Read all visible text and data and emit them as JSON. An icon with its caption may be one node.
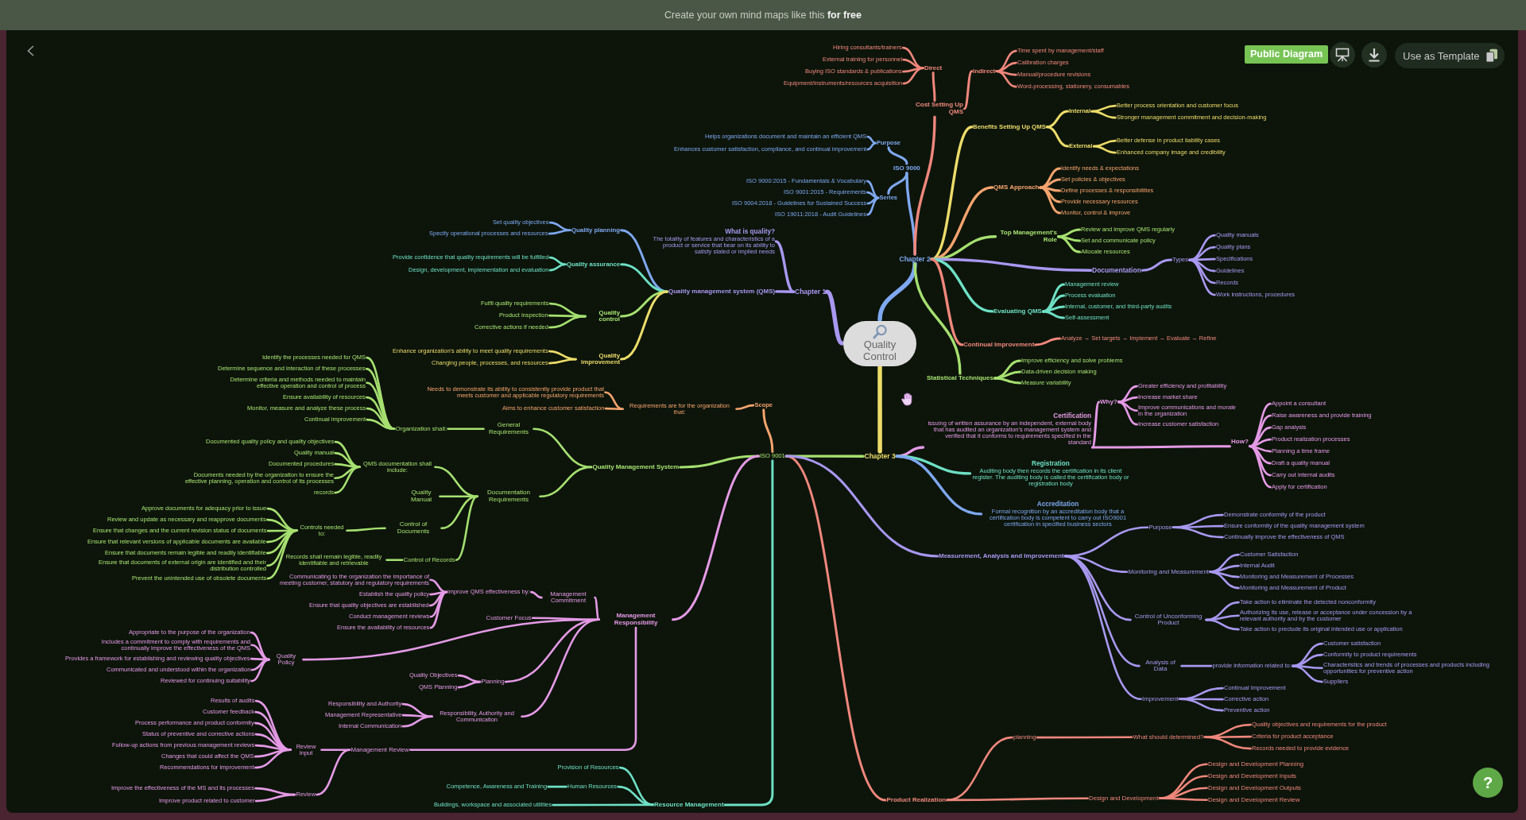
{
  "diagram": {
    "nodes": [
      {
        "text": [
          "Quality Control"
        ]
      },
      {
        "text": [
          "Chapter 1"
        ]
      },
      {
        "text": [
          "What is quality?",
          "The totality of features and characteristics of a product or service that bear on its ability to satisfy stated or implied needs"
        ]
      },
      {
        "text": [
          "Quality management system (QMS)"
        ]
      },
      {
        "text": [
          "Quality planning"
        ]
      },
      {
        "text": [
          "Set quality objectives"
        ]
      },
      {
        "text": [
          "Specify operational processes and resources"
        ]
      },
      {
        "text": [
          "Quality assurance"
        ]
      },
      {
        "text": [
          "Provide confidence that quality requirements will be fulfilled"
        ]
      },
      {
        "text": [
          "Design, development, implementation and evaluation"
        ]
      },
      {
        "text": [
          "Quality control"
        ]
      },
      {
        "text": [
          "Fulfil quality requirements"
        ]
      },
      {
        "text": [
          "Product inspection"
        ]
      },
      {
        "text": [
          "Corrective actions if needed"
        ]
      },
      {
        "text": [
          "Quality improvement"
        ]
      },
      {
        "text": [
          "Enhance organization's ability to meet quality requirements"
        ]
      },
      {
        "text": [
          "Changing people, processes, and resources"
        ]
      },
      {
        "text": [
          "Chapter 2"
        ]
      },
      {
        "text": [
          "ISO 9000"
        ]
      },
      {
        "text": [
          "Purpose"
        ]
      },
      {
        "text": [
          "Helps organizations document and maintain an efficient QMS"
        ]
      },
      {
        "text": [
          "Enhances customer satisfaction, compliance, and continual improvement"
        ]
      },
      {
        "text": [
          "Series"
        ]
      },
      {
        "text": [
          "ISO 9000:2015 - Fundamentals & Vocabulary"
        ]
      },
      {
        "text": [
          "ISO 9001:2015 - Requirements"
        ]
      },
      {
        "text": [
          "ISO 9004:2018 - Guidelines for Sustained Success"
        ]
      },
      {
        "text": [
          "ISO 19011:2018 - Audit Guidelines"
        ]
      },
      {
        "text": [
          "Cost Setting Up QMS"
        ]
      },
      {
        "text": [
          "Direct"
        ]
      },
      {
        "text": [
          "Hiring consultants/trainers"
        ]
      },
      {
        "text": [
          "External training for personnel"
        ]
      },
      {
        "text": [
          "Buying ISO standards & publications"
        ]
      },
      {
        "text": [
          "Equipment/instruments/resources acquisition"
        ]
      },
      {
        "text": [
          "Indirect"
        ]
      },
      {
        "text": [
          "Time spent by management/staff"
        ]
      },
      {
        "text": [
          "Calibration charges"
        ]
      },
      {
        "text": [
          "Manual/procedure revisions"
        ]
      },
      {
        "text": [
          "Word-processing, stationery, consumables"
        ]
      },
      {
        "text": [
          "Benefits Setting Up QMS"
        ]
      },
      {
        "text": [
          "Internal"
        ]
      },
      {
        "text": [
          "Better process orientation and customer focus"
        ]
      },
      {
        "text": [
          "Stronger management commitment and decision-making"
        ]
      },
      {
        "text": [
          "External"
        ]
      },
      {
        "text": [
          "Better defense in product liability cases"
        ]
      },
      {
        "text": [
          "Enhanced company image and credibility"
        ]
      },
      {
        "text": [
          "QMS Approach"
        ]
      },
      {
        "text": [
          "Identify needs & expectations"
        ]
      },
      {
        "text": [
          "Set policies & objectives"
        ]
      },
      {
        "text": [
          "Define processes & responsibilities"
        ]
      },
      {
        "text": [
          "Provide necessary resources"
        ]
      },
      {
        "text": [
          "Monitor, control & improve"
        ]
      },
      {
        "text": [
          "Top Management's Role"
        ]
      },
      {
        "text": [
          "Review and improve QMS regularly"
        ]
      },
      {
        "text": [
          "Set and communicate policy"
        ]
      },
      {
        "text": [
          "Allocate resources"
        ]
      },
      {
        "text": [
          "Documentation"
        ]
      },
      {
        "text": [
          "Types"
        ]
      },
      {
        "text": [
          "Quality manuals"
        ]
      },
      {
        "text": [
          "Quality plans"
        ]
      },
      {
        "text": [
          "Specifications"
        ]
      },
      {
        "text": [
          "Guidelines"
        ]
      },
      {
        "text": [
          "Records"
        ]
      },
      {
        "text": [
          "Work instructions, procedures"
        ]
      },
      {
        "text": [
          "Evaluating QMS"
        ]
      },
      {
        "text": [
          "Management review"
        ]
      },
      {
        "text": [
          "Process evaluation"
        ]
      },
      {
        "text": [
          "Internal, customer, and third-party audits"
        ]
      },
      {
        "text": [
          "Self-assessment"
        ]
      },
      {
        "text": [
          "Continual Improvement"
        ]
      },
      {
        "text": [
          "Analyze → Set targets → Implement → Evaluate → Refine"
        ]
      },
      {
        "text": [
          "Statistical Techniques"
        ]
      },
      {
        "text": [
          "Improve efficiency and solve problems"
        ]
      },
      {
        "text": [
          "Data-driven decision making"
        ]
      },
      {
        "text": [
          "Measure variability"
        ]
      },
      {
        "text": [
          "Chapter 3"
        ]
      },
      {
        "text": [
          "ISO 9001"
        ]
      },
      {
        "text": [
          "Scope"
        ]
      },
      {
        "text": [
          "Requirements are for the organization that:"
        ]
      },
      {
        "text": [
          "Needs to demonstrate its ability to consistently provide product that meets customer and applicable regulatory requirements"
        ]
      },
      {
        "text": [
          "Aims to enhance customer satisfaction"
        ]
      },
      {
        "text": [
          "Quality Management System"
        ]
      },
      {
        "text": [
          "General Requirements"
        ]
      },
      {
        "text": [
          "Organization shall:"
        ]
      },
      {
        "text": [
          "Identify the processes needed for QMS"
        ]
      },
      {
        "text": [
          "Determine sequence and interaction of these processes"
        ]
      },
      {
        "text": [
          "Determine criteria and methods needed to maintain effective operation and control of process"
        ]
      },
      {
        "text": [
          "Ensure availability of resources"
        ]
      },
      {
        "text": [
          "Monitor, measure and analyze these process"
        ]
      },
      {
        "text": [
          "Continual improvement"
        ]
      },
      {
        "text": [
          "Documentation Requirements"
        ]
      },
      {
        "text": [
          "QMS documentation shall include:"
        ]
      },
      {
        "text": [
          "Documented quality policy and quality objectives"
        ]
      },
      {
        "text": [
          "Quality manual"
        ]
      },
      {
        "text": [
          "Documented procedures"
        ]
      },
      {
        "text": [
          "Documents needed by the organization to ensure the effective planning, operation and control of its processes"
        ]
      },
      {
        "text": [
          "records"
        ]
      },
      {
        "text": [
          "Quality Manual"
        ]
      },
      {
        "text": [
          "Control of Documents"
        ]
      },
      {
        "text": [
          "Controls needed to:"
        ]
      },
      {
        "text": [
          "Approve documents for adequacy prior to issue"
        ]
      },
      {
        "text": [
          "Review and update as necessary and reapprove documents"
        ]
      },
      {
        "text": [
          "Ensure that changes and the current revision status of documents"
        ]
      },
      {
        "text": [
          "Ensure that relevant versions of applicable documents are available"
        ]
      },
      {
        "text": [
          "Ensure that documents remain legible and readily identifiable"
        ]
      },
      {
        "text": [
          "Ensure that documents of external origin are identified and their distribution controlled"
        ]
      },
      {
        "text": [
          "Prevent the unintended use of obsolete documents"
        ]
      },
      {
        "text": [
          "Control of Records"
        ]
      },
      {
        "text": [
          "Records shall remain legible, readily identifiable and retrievable"
        ]
      },
      {
        "text": [
          "Management Responsibility"
        ]
      },
      {
        "text": [
          "Management Commitment"
        ]
      },
      {
        "text": [
          "improve QMS effectiveness by:"
        ]
      },
      {
        "text": [
          "Communicating to the organization the importance of meeting customer, statutory and regulatory requirements"
        ]
      },
      {
        "text": [
          "Establish the quality policy"
        ]
      },
      {
        "text": [
          "Ensure that quality objectives are established"
        ]
      },
      {
        "text": [
          "Conduct management reviews"
        ]
      },
      {
        "text": [
          "Ensure the availability of resources"
        ]
      },
      {
        "text": [
          "Customer Focus"
        ]
      },
      {
        "text": [
          "Quality Policy"
        ]
      },
      {
        "text": [
          "Appropriate to the purpose of the organization"
        ]
      },
      {
        "text": [
          "Includes a commitment to comply with requirements and continually improve the effectiveness of the QMS"
        ]
      },
      {
        "text": [
          "Provides a framework for establishing and reviewing quality objectives"
        ]
      },
      {
        "text": [
          "Communicated and understood within the organization"
        ]
      },
      {
        "text": [
          "Reviewed for continuing suitability"
        ]
      },
      {
        "text": [
          "Planning"
        ]
      },
      {
        "text": [
          "Quality Objectives"
        ]
      },
      {
        "text": [
          "QMS Planning"
        ]
      },
      {
        "text": [
          "Responsibility, Authority and Communication"
        ]
      },
      {
        "text": [
          "Responsibility and Authority"
        ]
      },
      {
        "text": [
          "Management Representative"
        ]
      },
      {
        "text": [
          "Internal Communication"
        ]
      },
      {
        "text": [
          "Management Review"
        ]
      },
      {
        "text": [
          "Review Input"
        ]
      },
      {
        "text": [
          "Results of audits"
        ]
      },
      {
        "text": [
          "Customer feedback"
        ]
      },
      {
        "text": [
          "Process performance and product conformity"
        ]
      },
      {
        "text": [
          "Status of preventive and corrective actions"
        ]
      },
      {
        "text": [
          "Follow-up actions from previous management reviews"
        ]
      },
      {
        "text": [
          "Changes that could affect the QMS"
        ]
      },
      {
        "text": [
          "Recommendations for improvement"
        ]
      },
      {
        "text": [
          "Review"
        ]
      },
      {
        "text": [
          "Improve the effectiveness of the MS and its processes"
        ]
      },
      {
        "text": [
          "Improve product related to customer"
        ]
      },
      {
        "text": [
          "Resource Management"
        ]
      },
      {
        "text": [
          "Provision of Resources"
        ]
      },
      {
        "text": [
          "Human Resources"
        ]
      },
      {
        "text": [
          "Competence, Awareness and Training"
        ]
      },
      {
        "text": [
          "Buildings, workspace and associated utilities"
        ]
      },
      {
        "text": [
          "Product Realization"
        ]
      },
      {
        "text": [
          "planning"
        ]
      },
      {
        "text": [
          "What should determined?"
        ]
      },
      {
        "text": [
          "Quality objectives and requirements for the product"
        ]
      },
      {
        "text": [
          "Criteria for product acceptance"
        ]
      },
      {
        "text": [
          "Records needed to provide evidence"
        ]
      },
      {
        "text": [
          "Design and Development"
        ]
      },
      {
        "text": [
          "Design and Development Planning"
        ]
      },
      {
        "text": [
          "Design and Development Inputs"
        ]
      },
      {
        "text": [
          "Design and Development Outputs"
        ]
      },
      {
        "text": [
          "Design and Development Review"
        ]
      },
      {
        "text": [
          "Measurement, Analysis and Improvement"
        ]
      },
      {
        "text": [
          "Purpose"
        ]
      },
      {
        "text": [
          "Demonstrate conformity of the product"
        ]
      },
      {
        "text": [
          "Ensure conformity of the quality management system"
        ]
      },
      {
        "text": [
          "Continually improve the effectiveness of QMS"
        ]
      },
      {
        "text": [
          "Monitoring and Measurement"
        ]
      },
      {
        "text": [
          "Customer Satisfaction"
        ]
      },
      {
        "text": [
          "Internal Audit"
        ]
      },
      {
        "text": [
          "Monitoring and Measurement of Processes"
        ]
      },
      {
        "text": [
          "Monitoring and Measurement of Product"
        ]
      },
      {
        "text": [
          "Control of Unconforming Product"
        ]
      },
      {
        "text": [
          "Take action to eliminate the detected nonconformity"
        ]
      },
      {
        "text": [
          "Authorizing its use, release or acceptance under concession by a relevant authority and by the customer"
        ]
      },
      {
        "text": [
          "Take action to preclude its original intended use or application"
        ]
      },
      {
        "text": [
          "Analysis of Data"
        ]
      },
      {
        "text": [
          "provide information related to:"
        ]
      },
      {
        "text": [
          "Customer satisfaction"
        ]
      },
      {
        "text": [
          "Conformity to product requirements"
        ]
      },
      {
        "text": [
          "Characteristics and trends of processes and products including opportunities for preventive action"
        ]
      },
      {
        "text": [
          "Suppliers"
        ]
      },
      {
        "text": [
          "Improvement"
        ]
      },
      {
        "text": [
          "Continual Improvement"
        ]
      },
      {
        "text": [
          "Corrective action"
        ]
      },
      {
        "text": [
          "Preventive action"
        ]
      },
      {
        "text": [
          "Certification",
          "issuing of written assurance by an independent, external body that has audited an organization's management system and verified that it conforms to requirements specified in the standard"
        ]
      },
      {
        "text": [
          "Why?"
        ]
      },
      {
        "text": [
          "Greater efficiency and profitability"
        ]
      },
      {
        "text": [
          "Increase market share"
        ]
      },
      {
        "text": [
          "Improve communications and morale in the organization"
        ]
      },
      {
        "text": [
          "Increase customer satisfaction"
        ]
      },
      {
        "text": [
          "How?"
        ]
      },
      {
        "text": [
          "Appoint a consultant"
        ]
      },
      {
        "text": [
          "Raise awareness and provide training"
        ]
      },
      {
        "text": [
          "Gap analysis"
        ]
      },
      {
        "text": [
          "Product realization processes"
        ]
      },
      {
        "text": [
          "Planning a time frame"
        ]
      },
      {
        "text": [
          "Draft a quality manual"
        ]
      },
      {
        "text": [
          "Carry out internal audits"
        ]
      },
      {
        "text": [
          "Apply for certification"
        ]
      },
      {
        "text": [
          "Registration",
          "Auditing body then records the certification in its client register. The auditing body is called the certification body or registration body"
        ]
      },
      {
        "text": [
          "Accreditation",
          "Formal recognition by an accreditation body that a certification body is competent to carry out ISO9001 certification in specified business sectors"
        ]
      }
    ],
    "edges": [
      {
        "from": 0,
        "to": 1,
        "arrow": "none",
        "style": "thick",
        "color": "#a898f0"
      },
      {
        "from": 1,
        "to": 2,
        "arrow": "none",
        "color": "#a898f0"
      },
      {
        "from": 1,
        "to": 3,
        "arrow": "none",
        "color": "#a898f0"
      },
      {
        "from": 3,
        "to": 4,
        "arrow": "none",
        "color": "#7fa8f0"
      },
      {
        "from": 4,
        "to": 5,
        "arrow": "none",
        "color": "#7fa8f0"
      },
      {
        "from": 4,
        "to": 6,
        "arrow": "none",
        "color": "#7fa8f0"
      },
      {
        "from": 3,
        "to": 7,
        "arrow": "none",
        "color": "#6ee0c4"
      },
      {
        "from": 7,
        "to": 8,
        "arrow": "none",
        "color": "#6ee0c4"
      },
      {
        "from": 7,
        "to": 9,
        "arrow": "none",
        "color": "#6ee0c4"
      },
      {
        "from": 3,
        "to": 10,
        "arrow": "none",
        "color": "#a6e070"
      },
      {
        "from": 10,
        "to": 11,
        "arrow": "none",
        "color": "#a6e070"
      },
      {
        "from": 10,
        "to": 12,
        "arrow": "none",
        "color": "#a6e070"
      },
      {
        "from": 10,
        "to": 13,
        "arrow": "none",
        "color": "#a6e070"
      },
      {
        "from": 3,
        "to": 14,
        "arrow": "none",
        "color": "#ecdc6a"
      },
      {
        "from": 14,
        "to": 15,
        "arrow": "none",
        "color": "#ecdc6a"
      },
      {
        "from": 14,
        "to": 16,
        "arrow": "none",
        "color": "#ecdc6a"
      },
      {
        "from": 0,
        "to": 17,
        "arrow": "none",
        "style": "thick",
        "color": "#7fa8f0"
      },
      {
        "from": 17,
        "to": 18,
        "arrow": "none",
        "color": "#7fa8f0"
      },
      {
        "from": 18,
        "to": 19,
        "arrow": "none",
        "color": "#7fa8f0"
      },
      {
        "from": 19,
        "to": 20,
        "arrow": "none",
        "color": "#7fa8f0"
      },
      {
        "from": 19,
        "to": 21,
        "arrow": "none",
        "color": "#7fa8f0"
      },
      {
        "from": 18,
        "to": 22,
        "arrow": "none",
        "color": "#7fa8f0"
      },
      {
        "from": 22,
        "to": 23,
        "arrow": "none",
        "color": "#7fa8f0"
      },
      {
        "from": 22,
        "to": 24,
        "arrow": "none",
        "color": "#7fa8f0"
      },
      {
        "from": 22,
        "to": 25,
        "arrow": "none",
        "color": "#7fa8f0"
      },
      {
        "from": 22,
        "to": 26,
        "arrow": "none",
        "color": "#7fa8f0"
      },
      {
        "from": 17,
        "to": 27,
        "arrow": "none",
        "color": "#f0877c"
      },
      {
        "from": 27,
        "to": 28,
        "arrow": "none",
        "color": "#f0877c"
      },
      {
        "from": 28,
        "to": 29,
        "arrow": "none",
        "color": "#f0877c"
      },
      {
        "from": 28,
        "to": 30,
        "arrow": "none",
        "color": "#f0877c"
      },
      {
        "from": 28,
        "to": 31,
        "arrow": "none",
        "color": "#f0877c"
      },
      {
        "from": 28,
        "to": 32,
        "arrow": "none",
        "color": "#f0877c"
      },
      {
        "from": 27,
        "to": 33,
        "arrow": "none",
        "color": "#f0877c"
      },
      {
        "from": 33,
        "to": 34,
        "arrow": "none",
        "color": "#f0877c"
      },
      {
        "from": 33,
        "to": 35,
        "arrow": "none",
        "color": "#f0877c"
      },
      {
        "from": 33,
        "to": 36,
        "arrow": "none",
        "color": "#f0877c"
      },
      {
        "from": 33,
        "to": 37,
        "arrow": "none",
        "color": "#f0877c"
      },
      {
        "from": 17,
        "to": 38,
        "arrow": "none",
        "color": "#ecdc6a"
      },
      {
        "from": 38,
        "to": 39,
        "arrow": "none",
        "color": "#ecdc6a"
      },
      {
        "from": 39,
        "to": 40,
        "arrow": "none",
        "color": "#ecdc6a"
      },
      {
        "from": 39,
        "to": 41,
        "arrow": "none",
        "color": "#ecdc6a"
      },
      {
        "from": 38,
        "to": 42,
        "arrow": "none",
        "color": "#ecdc6a"
      },
      {
        "from": 42,
        "to": 43,
        "arrow": "none",
        "color": "#ecdc6a"
      },
      {
        "from": 42,
        "to": 44,
        "arrow": "none",
        "color": "#ecdc6a"
      },
      {
        "from": 17,
        "to": 45,
        "arrow": "none",
        "color": "#f5a46e"
      },
      {
        "from": 45,
        "to": 46,
        "arrow": "none",
        "color": "#f5a46e"
      },
      {
        "from": 45,
        "to": 47,
        "arrow": "none",
        "color": "#f5a46e"
      },
      {
        "from": 45,
        "to": 48,
        "arrow": "none",
        "color": "#f5a46e"
      },
      {
        "from": 45,
        "to": 49,
        "arrow": "none",
        "color": "#f5a46e"
      },
      {
        "from": 45,
        "to": 50,
        "arrow": "none",
        "color": "#f5a46e"
      },
      {
        "from": 17,
        "to": 51,
        "arrow": "none",
        "color": "#a6e070"
      },
      {
        "from": 51,
        "to": 52,
        "arrow": "none",
        "color": "#a6e070"
      },
      {
        "from": 51,
        "to": 53,
        "arrow": "none",
        "color": "#a6e070"
      },
      {
        "from": 51,
        "to": 54,
        "arrow": "none",
        "color": "#a6e070"
      },
      {
        "from": 17,
        "to": 55,
        "arrow": "none",
        "color": "#a898f0"
      },
      {
        "from": 55,
        "to": 56,
        "arrow": "none",
        "color": "#a898f0"
      },
      {
        "from": 56,
        "to": 57,
        "arrow": "none",
        "color": "#a898f0"
      },
      {
        "from": 56,
        "to": 58,
        "arrow": "none",
        "color": "#a898f0"
      },
      {
        "from": 56,
        "to": 59,
        "arrow": "none",
        "color": "#a898f0"
      },
      {
        "from": 56,
        "to": 60,
        "arrow": "none",
        "color": "#a898f0"
      },
      {
        "from": 56,
        "to": 61,
        "arrow": "none",
        "color": "#a898f0"
      },
      {
        "from": 56,
        "to": 62,
        "arrow": "none",
        "color": "#a898f0"
      },
      {
        "from": 17,
        "to": 63,
        "arrow": "none",
        "color": "#6ee0c4"
      },
      {
        "from": 63,
        "to": 64,
        "arrow": "none",
        "color": "#6ee0c4"
      },
      {
        "from": 63,
        "to": 65,
        "arrow": "none",
        "color": "#6ee0c4"
      },
      {
        "from": 63,
        "to": 66,
        "arrow": "none",
        "color": "#6ee0c4"
      },
      {
        "from": 63,
        "to": 67,
        "arrow": "none",
        "color": "#6ee0c4"
      },
      {
        "from": 17,
        "to": 68,
        "arrow": "none",
        "color": "#f0877c"
      },
      {
        "from": 68,
        "to": 69,
        "arrow": "none",
        "color": "#f0877c"
      },
      {
        "from": 17,
        "to": 70,
        "arrow": "none",
        "color": "#a6e070"
      },
      {
        "from": 70,
        "to": 71,
        "arrow": "none",
        "color": "#a6e070"
      },
      {
        "from": 70,
        "to": 72,
        "arrow": "none",
        "color": "#a6e070"
      },
      {
        "from": 70,
        "to": 73,
        "arrow": "none",
        "color": "#a6e070"
      },
      {
        "from": 0,
        "to": 74,
        "arrow": "none",
        "style": "thick",
        "color": "#ecdc6a"
      },
      {
        "from": 74,
        "to": 75,
        "arrow": "none",
        "color": "#a6e070"
      },
      {
        "from": 75,
        "to": 76,
        "arrow": "none",
        "color": "#f5a46e"
      },
      {
        "from": 76,
        "to": 77,
        "arrow": "none",
        "color": "#f5a46e"
      },
      {
        "from": 77,
        "to": 78,
        "arrow": "none",
        "color": "#f5a46e"
      },
      {
        "from": 77,
        "to": 79,
        "arrow": "none",
        "color": "#f5a46e"
      },
      {
        "from": 75,
        "to": 80,
        "arrow": "none",
        "color": "#a6e070"
      },
      {
        "from": 80,
        "to": 81,
        "arrow": "none",
        "color": "#a6e070"
      },
      {
        "from": 81,
        "to": 82,
        "arrow": "none",
        "color": "#a6e070"
      },
      {
        "from": 82,
        "to": 83,
        "arrow": "none",
        "color": "#a6e070"
      },
      {
        "from": 82,
        "to": 84,
        "arrow": "none",
        "color": "#a6e070"
      },
      {
        "from": 82,
        "to": 85,
        "arrow": "none",
        "color": "#a6e070"
      },
      {
        "from": 82,
        "to": 86,
        "arrow": "none",
        "color": "#a6e070"
      },
      {
        "from": 82,
        "to": 87,
        "arrow": "none",
        "color": "#a6e070"
      },
      {
        "from": 82,
        "to": 88,
        "arrow": "none",
        "color": "#a6e070"
      },
      {
        "from": 80,
        "to": 89,
        "arrow": "none",
        "color": "#a6e070"
      },
      {
        "from": 89,
        "to": 90,
        "arrow": "none",
        "color": "#a6e070"
      },
      {
        "from": 90,
        "to": 91,
        "arrow": "none",
        "color": "#a6e070"
      },
      {
        "from": 90,
        "to": 92,
        "arrow": "none",
        "color": "#a6e070"
      },
      {
        "from": 90,
        "to": 93,
        "arrow": "none",
        "color": "#a6e070"
      },
      {
        "from": 90,
        "to": 94,
        "arrow": "none",
        "color": "#a6e070"
      },
      {
        "from": 90,
        "to": 95,
        "arrow": "none",
        "color": "#a6e070"
      },
      {
        "from": 89,
        "to": 96,
        "arrow": "none",
        "color": "#a6e070"
      },
      {
        "from": 89,
        "to": 97,
        "arrow": "none",
        "color": "#a6e070"
      },
      {
        "from": 97,
        "to": 98,
        "arrow": "none",
        "color": "#a6e070"
      },
      {
        "from": 98,
        "to": 99,
        "arrow": "none",
        "color": "#a6e070"
      },
      {
        "from": 98,
        "to": 100,
        "arrow": "none",
        "color": "#a6e070"
      },
      {
        "from": 98,
        "to": 101,
        "arrow": "none",
        "color": "#a6e070"
      },
      {
        "from": 98,
        "to": 102,
        "arrow": "none",
        "color": "#a6e070"
      },
      {
        "from": 98,
        "to": 103,
        "arrow": "none",
        "color": "#a6e070"
      },
      {
        "from": 98,
        "to": 104,
        "arrow": "none",
        "color": "#a6e070"
      },
      {
        "from": 98,
        "to": 105,
        "arrow": "none",
        "color": "#a6e070"
      },
      {
        "from": 89,
        "to": 106,
        "arrow": "none",
        "color": "#a6e070"
      },
      {
        "from": 106,
        "to": 107,
        "arrow": "none",
        "color": "#a6e070"
      },
      {
        "from": 75,
        "to": 108,
        "arrow": "none"
      },
      {
        "from": 108,
        "to": 109,
        "arrow": "none"
      },
      {
        "from": 109,
        "to": 110,
        "arrow": "none"
      },
      {
        "from": 110,
        "to": 111,
        "arrow": "none"
      },
      {
        "from": 110,
        "to": 112,
        "arrow": "none"
      },
      {
        "from": 110,
        "to": 113,
        "arrow": "none"
      },
      {
        "from": 110,
        "to": 114,
        "arrow": "none"
      },
      {
        "from": 110,
        "to": 115,
        "arrow": "none"
      },
      {
        "from": 108,
        "to": 116,
        "arrow": "none"
      },
      {
        "from": 108,
        "to": 117,
        "arrow": "none"
      },
      {
        "from": 117,
        "to": 118,
        "arrow": "none"
      },
      {
        "from": 117,
        "to": 119,
        "arrow": "none"
      },
      {
        "from": 117,
        "to": 120,
        "arrow": "none"
      },
      {
        "from": 117,
        "to": 121,
        "arrow": "none"
      },
      {
        "from": 117,
        "to": 122,
        "arrow": "none"
      },
      {
        "from": 108,
        "to": 123,
        "arrow": "none"
      },
      {
        "from": 123,
        "to": 124,
        "arrow": "none"
      },
      {
        "from": 123,
        "to": 125,
        "arrow": "none"
      },
      {
        "from": 108,
        "to": 126,
        "arrow": "none"
      },
      {
        "from": 126,
        "to": 127,
        "arrow": "none"
      },
      {
        "from": 126,
        "to": 128,
        "arrow": "none"
      },
      {
        "from": 126,
        "to": 129,
        "arrow": "none"
      },
      {
        "from": 108,
        "to": 130,
        "arrow": "none"
      },
      {
        "from": 130,
        "to": 131,
        "arrow": "none"
      },
      {
        "from": 131,
        "to": 132,
        "arrow": "none"
      },
      {
        "from": 131,
        "to": 133,
        "arrow": "none"
      },
      {
        "from": 131,
        "to": 134,
        "arrow": "none"
      },
      {
        "from": 131,
        "to": 135,
        "arrow": "none"
      },
      {
        "from": 131,
        "to": 136,
        "arrow": "none"
      },
      {
        "from": 131,
        "to": 137,
        "arrow": "none"
      },
      {
        "from": 131,
        "to": 138,
        "arrow": "none"
      },
      {
        "from": 130,
        "to": 139,
        "arrow": "none"
      },
      {
        "from": 139,
        "to": 140,
        "arrow": "none"
      },
      {
        "from": 139,
        "to": 141,
        "arrow": "none"
      },
      {
        "from": 75,
        "to": 142,
        "arrow": "none",
        "color": "#6ee0c4"
      },
      {
        "from": 142,
        "to": 143,
        "arrow": "none",
        "color": "#6ee0c4"
      },
      {
        "from": 142,
        "to": 144,
        "arrow": "none",
        "color": "#6ee0c4"
      },
      {
        "from": 144,
        "to": 145,
        "arrow": "none",
        "color": "#6ee0c4"
      },
      {
        "from": 142,
        "to": 146,
        "arrow": "none",
        "color": "#6ee0c4"
      },
      {
        "from": 75,
        "to": 147,
        "arrow": "none",
        "color": "#f0877c"
      },
      {
        "from": 147,
        "to": 148,
        "arrow": "none",
        "color": "#f0877c"
      },
      {
        "from": 148,
        "to": 149,
        "arrow": "none",
        "color": "#f0877c"
      },
      {
        "from": 149,
        "to": 150,
        "arrow": "none",
        "color": "#f0877c"
      },
      {
        "from": 149,
        "to": 151,
        "arrow": "none",
        "color": "#f0877c"
      },
      {
        "from": 149,
        "to": 152,
        "arrow": "none",
        "color": "#f0877c"
      },
      {
        "from": 147,
        "to": 153,
        "arrow": "none",
        "color": "#f0877c"
      },
      {
        "from": 153,
        "to": 154,
        "arrow": "none",
        "color": "#f0877c"
      },
      {
        "from": 153,
        "to": 155,
        "arrow": "none",
        "color": "#f0877c"
      },
      {
        "from": 153,
        "to": 156,
        "arrow": "none",
        "color": "#f0877c"
      },
      {
        "from": 153,
        "to": 157,
        "arrow": "none",
        "color": "#f0877c"
      },
      {
        "from": 75,
        "to": 158,
        "arrow": "none",
        "color": "#a898f0"
      },
      {
        "from": 158,
        "to": 159,
        "arrow": "none",
        "color": "#a898f0"
      },
      {
        "from": 159,
        "to": 160,
        "arrow": "none",
        "color": "#a898f0"
      },
      {
        "from": 159,
        "to": 161,
        "arrow": "none",
        "color": "#a898f0"
      },
      {
        "from": 159,
        "to": 162,
        "arrow": "none",
        "color": "#a898f0"
      },
      {
        "from": 158,
        "to": 163,
        "arrow": "none",
        "color": "#a898f0"
      },
      {
        "from": 163,
        "to": 164,
        "arrow": "none",
        "color": "#a898f0"
      },
      {
        "from": 163,
        "to": 165,
        "arrow": "none",
        "color": "#a898f0"
      },
      {
        "from": 163,
        "to": 166,
        "arrow": "none",
        "color": "#a898f0"
      },
      {
        "from": 163,
        "to": 167,
        "arrow": "none",
        "color": "#a898f0"
      },
      {
        "from": 158,
        "to": 168,
        "arrow": "none",
        "color": "#a898f0"
      },
      {
        "from": 168,
        "to": 169,
        "arrow": "none",
        "color": "#a898f0"
      },
      {
        "from": 168,
        "to": 170,
        "arrow": "none",
        "color": "#a898f0"
      },
      {
        "from": 168,
        "to": 171,
        "arrow": "none",
        "color": "#a898f0"
      },
      {
        "from": 158,
        "to": 172,
        "arrow": "none",
        "color": "#a898f0"
      },
      {
        "from": 172,
        "to": 173,
        "arrow": "none",
        "color": "#a898f0"
      },
      {
        "from": 173,
        "to": 174,
        "arrow": "none",
        "color": "#a898f0"
      },
      {
        "from": 173,
        "to": 175,
        "arrow": "none",
        "color": "#a898f0"
      },
      {
        "from": 173,
        "to": 176,
        "arrow": "none",
        "color": "#a898f0"
      },
      {
        "from": 173,
        "to": 177,
        "arrow": "none",
        "color": "#a898f0"
      },
      {
        "from": 158,
        "to": 178,
        "arrow": "none",
        "color": "#a898f0"
      },
      {
        "from": 178,
        "to": 179,
        "arrow": "none",
        "color": "#a898f0"
      },
      {
        "from": 178,
        "to": 180,
        "arrow": "none",
        "color": "#a898f0"
      },
      {
        "from": 178,
        "to": 181,
        "arrow": "none",
        "color": "#a898f0"
      },
      {
        "from": 74,
        "to": 182,
        "arrow": "none"
      },
      {
        "from": 182,
        "to": 183,
        "arrow": "none"
      },
      {
        "from": 183,
        "to": 184,
        "arrow": "none"
      },
      {
        "from": 183,
        "to": 185,
        "arrow": "none"
      },
      {
        "from": 183,
        "to": 186,
        "arrow": "none"
      },
      {
        "from": 183,
        "to": 187,
        "arrow": "none"
      },
      {
        "from": 182,
        "to": 188,
        "arrow": "none"
      },
      {
        "from": 188,
        "to": 189,
        "arrow": "none"
      },
      {
        "from": 188,
        "to": 190,
        "arrow": "none"
      },
      {
        "from": 188,
        "to": 191,
        "arrow": "none"
      },
      {
        "from": 188,
        "to": 192,
        "arrow": "none"
      },
      {
        "from": 188,
        "to": 193,
        "arrow": "none"
      },
      {
        "from": 188,
        "to": 194,
        "arrow": "none"
      },
      {
        "from": 188,
        "to": 195,
        "arrow": "none"
      },
      {
        "from": 188,
        "to": 196,
        "arrow": "none"
      },
      {
        "from": 74,
        "to": 197,
        "arrow": "none",
        "color": "#6ee0c4"
      },
      {
        "from": 74,
        "to": 198,
        "arrow": "none",
        "color": "#7fa8f0"
      }
    ],
    "labels": [
      "Create your own mind maps like this **for free**",
      "Public Diagram",
      "Use as Template",
      "?"
    ]
  }
}
